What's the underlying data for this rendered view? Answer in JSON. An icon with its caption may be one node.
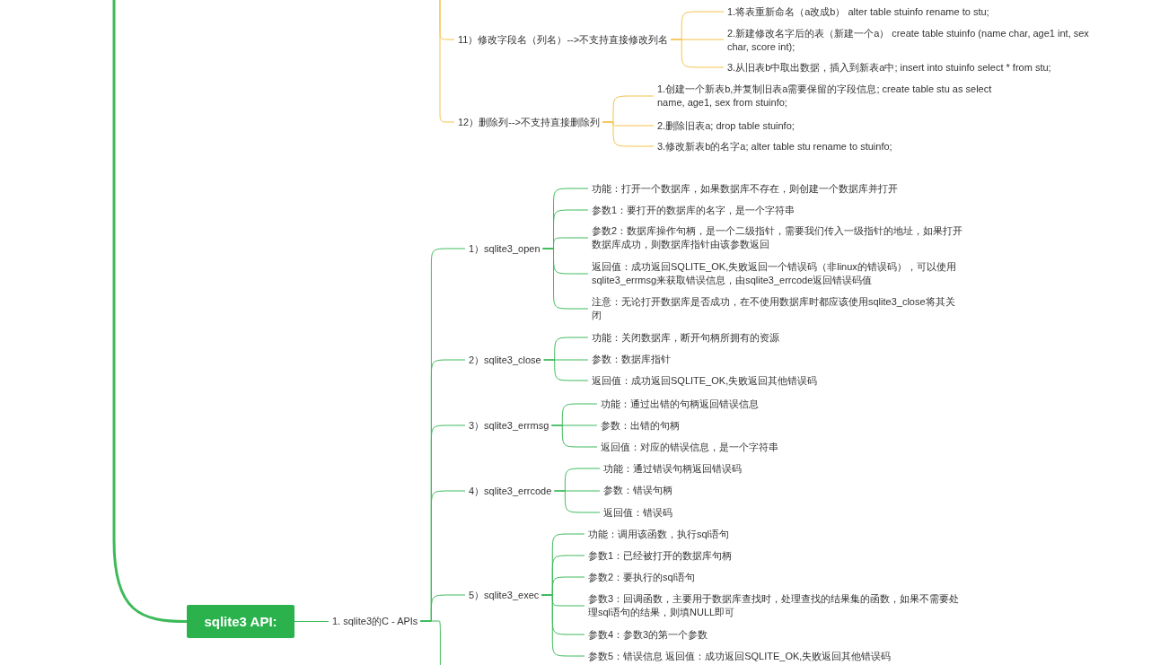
{
  "diagram": {
    "nodes": [
      {
        "text": [
          "sqlite3 API:"
        ]
      },
      {
        "text": [
          "1. sqlite3的C - APIs"
        ]
      },
      {
        "text": [
          "11）修改字段名（列名）-->不支持直接修改列名"
        ]
      },
      {
        "text": [
          "1.将表重新命名（a改成b） alter table stuinfo rename to stu;"
        ]
      },
      {
        "text": [
          "2.新建修改名字后的表（新建一个a） create table stuinfo (name char, age1 int, sex char, score int);"
        ]
      },
      {
        "text": [
          "3.从旧表b中取出数据，插入到新表a中; insert into stuinfo select * from stu;"
        ]
      },
      {
        "text": [
          "12）删除列-->不支持直接删除列"
        ]
      },
      {
        "text": [
          "1.创建一个新表b,并复制旧表a需要保留的字段信息; create table stu as select name, age1, sex from stuinfo;"
        ]
      },
      {
        "text": [
          "2.删除旧表a; drop table stuinfo;"
        ]
      },
      {
        "text": [
          "3.修改新表b的名字a; alter table stu rename to stuinfo;"
        ]
      },
      {
        "text": [
          "1）sqlite3_open"
        ]
      },
      {
        "text": [
          "功能：打开一个数据库，如果数据库不存在，则创建一个数据库并打开"
        ]
      },
      {
        "text": [
          "参数1：要打开的数据库的名字，是一个字符串"
        ]
      },
      {
        "text": [
          "参数2：数据库操作句柄，是一个二级指针，需要我们传入一级指针的地址，如果打开数据库成功，则数据库指针由该参数返回"
        ]
      },
      {
        "text": [
          "返回值：成功返回SQLITE_OK,失败返回一个错误码（非linux的错误码），可以使用sqlite3_errmsg来获取错误信息，由sqlite3_errcode返回错误码值"
        ]
      },
      {
        "text": [
          "注意：无论打开数据库是否成功，在不使用数据库时都应该使用sqlite3_close将其关闭"
        ]
      },
      {
        "text": [
          "2）sqlite3_close"
        ]
      },
      {
        "text": [
          "功能：关闭数据库，断开句柄所拥有的资源"
        ]
      },
      {
        "text": [
          "参数：数据库指针"
        ]
      },
      {
        "text": [
          "返回值：成功返回SQLITE_OK,失败返回其他错误码"
        ]
      },
      {
        "text": [
          "3）sqlite3_errmsg"
        ]
      },
      {
        "text": [
          "功能：通过出错的句柄返回错误信息"
        ]
      },
      {
        "text": [
          "参数：出错的句柄"
        ]
      },
      {
        "text": [
          "返回值：对应的错误信息，是一个字符串"
        ]
      },
      {
        "text": [
          "4）sqlite3_errcode"
        ]
      },
      {
        "text": [
          "功能：通过错误句柄返回错误码"
        ]
      },
      {
        "text": [
          "参数：错误句柄"
        ]
      },
      {
        "text": [
          "返回值：错误码"
        ]
      },
      {
        "text": [
          "5）sqlite3_exec"
        ]
      },
      {
        "text": [
          "功能：调用该函数，执行sql语句"
        ]
      },
      {
        "text": [
          "参数1：已经被打开的数据库句柄"
        ]
      },
      {
        "text": [
          "参数2：要执行的sql语句"
        ]
      },
      {
        "text": [
          "参数3：回调函数，主要用于数据库查找时，处理查找的结果集的函数，如果不需要处理sql语句的结果，则填NULL即可"
        ]
      },
      {
        "text": [
          "参数4：参数3的第一个参数"
        ]
      },
      {
        "text": [
          "参数5：错误信息 返回值：成功返回SQLITE_OK,失败返回其他错误码"
        ]
      }
    ],
    "edges": [
      {
        "from": null,
        "to": 2,
        "arrow": "none",
        "color": "#f6c14a"
      },
      {
        "from": null,
        "to": 6,
        "arrow": "none",
        "color": "#f6c14a"
      },
      {
        "from": 2,
        "to": 3,
        "arrow": "none",
        "color": "#f6c14a"
      },
      {
        "from": 2,
        "to": 4,
        "arrow": "none",
        "color": "#f6c14a"
      },
      {
        "from": 2,
        "to": 5,
        "arrow": "none",
        "color": "#f6c14a"
      },
      {
        "from": 6,
        "to": 7,
        "arrow": "none",
        "color": "#f6c14a"
      },
      {
        "from": 6,
        "to": 8,
        "arrow": "none",
        "color": "#f6c14a"
      },
      {
        "from": 6,
        "to": 9,
        "arrow": "none",
        "color": "#f6c14a"
      },
      {
        "from": null,
        "to": 0,
        "arrow": "none",
        "style": "thick"
      },
      {
        "from": 0,
        "to": 1,
        "arrow": "none"
      },
      {
        "from": 1,
        "to": 10,
        "arrow": "none"
      },
      {
        "from": 1,
        "to": 16,
        "arrow": "none"
      },
      {
        "from": 1,
        "to": 20,
        "arrow": "none"
      },
      {
        "from": 1,
        "to": 24,
        "arrow": "none"
      },
      {
        "from": 1,
        "to": 28,
        "arrow": "none"
      },
      {
        "from": 1,
        "to": null,
        "arrow": "none"
      },
      {
        "from": 10,
        "to": 11,
        "arrow": "none"
      },
      {
        "from": 10,
        "to": 12,
        "arrow": "none"
      },
      {
        "from": 10,
        "to": 13,
        "arrow": "none"
      },
      {
        "from": 10,
        "to": 14,
        "arrow": "none"
      },
      {
        "from": 10,
        "to": 15,
        "arrow": "none"
      },
      {
        "from": 16,
        "to": 17,
        "arrow": "none"
      },
      {
        "from": 16,
        "to": 18,
        "arrow": "none"
      },
      {
        "from": 16,
        "to": 19,
        "arrow": "none"
      },
      {
        "from": 20,
        "to": 21,
        "arrow": "none"
      },
      {
        "from": 20,
        "to": 22,
        "arrow": "none"
      },
      {
        "from": 20,
        "to": 23,
        "arrow": "none"
      },
      {
        "from": 24,
        "to": 25,
        "arrow": "none"
      },
      {
        "from": 24,
        "to": 26,
        "arrow": "none"
      },
      {
        "from": 24,
        "to": 27,
        "arrow": "none"
      },
      {
        "from": 28,
        "to": 29,
        "arrow": "none"
      },
      {
        "from": 28,
        "to": 30,
        "arrow": "none"
      },
      {
        "from": 28,
        "to": 31,
        "arrow": "none"
      },
      {
        "from": 28,
        "to": 32,
        "arrow": "none"
      },
      {
        "from": 28,
        "to": 33,
        "arrow": "none"
      },
      {
        "from": 28,
        "to": 34,
        "arrow": "none"
      }
    ]
  }
}
